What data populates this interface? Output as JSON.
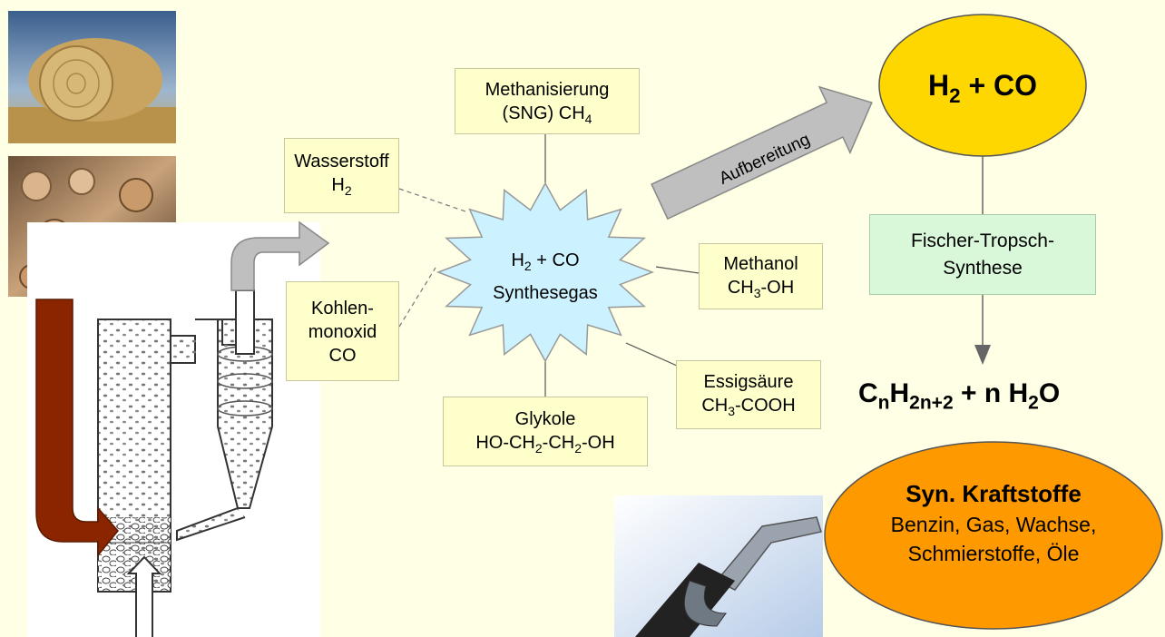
{
  "pictures": {
    "straw_bale": "straw-bale-photo",
    "wood_logs": "log-pile-photo",
    "gasifier": "gasifier-schematic",
    "fuel_nozzle": "fuel-nozzle-photo"
  },
  "hub": {
    "line1_pre": "H",
    "line1_sub": "2",
    "line1_post": " + CO",
    "line2": "Synthesegas",
    "fill": "#CCF2FF"
  },
  "products": {
    "methanisierung": {
      "line1": "Methanisierung",
      "line2_pre": "(SNG) CH",
      "line2_sub": "4"
    },
    "wasserstoff": {
      "line1": "Wasserstoff",
      "line2_pre": "H",
      "line2_sub": "2"
    },
    "kohlenmonoxid": {
      "line1": "Kohlen-",
      "line2": "monoxid",
      "line3": "CO"
    },
    "methanol": {
      "line1": "Methanol",
      "line2_pre": "CH",
      "line2_sub": "3",
      "line2_post": "-OH"
    },
    "essigsaeure": {
      "line1": "Essigsäure",
      "line2_pre": "CH",
      "line2_sub": "3",
      "line2_post": "-COOH"
    },
    "glykole": {
      "line1": "Glykole",
      "line2_a": "HO-CH",
      "line2_s1": "2",
      "line2_b": "-CH",
      "line2_s2": "2",
      "line2_c": "-OH"
    }
  },
  "arrow_label": "Aufbereitung",
  "syngas_oval": {
    "pre": "H",
    "sub": "2",
    "post": " + CO",
    "fill": "#FFD700"
  },
  "fischer_tropsch": {
    "line1": "Fischer-Tropsch-",
    "line2": "Synthese",
    "fill": "#D9F7D9"
  },
  "formula": {
    "a": "C",
    "s1": "n",
    "b": "H",
    "s2": "2n+2",
    "c": " + n H",
    "s3": "2",
    "d": "O"
  },
  "fuels_oval": {
    "title": "Syn. Kraftstoffe",
    "line2": "Benzin, Gas, Wachse,",
    "line3": "Schmierstoffe, Öle",
    "fill": "#FF9900"
  },
  "colors": {
    "background": "#FFFFE5",
    "product_box": "#FFFFCC",
    "feed_arrow": "#8B2500",
    "process_arrow": "#BFBFBF"
  }
}
